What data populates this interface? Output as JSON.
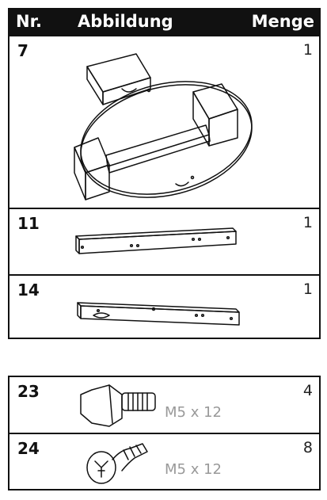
{
  "header": {
    "nr": "Nr.",
    "abbildung": "Abbildung",
    "menge": "Menge"
  },
  "parts": [
    {
      "nr": "7",
      "menge": "1",
      "icon": "table-base-icon"
    },
    {
      "nr": "11",
      "menge": "1",
      "icon": "long-rail-icon"
    },
    {
      "nr": "14",
      "menge": "1",
      "icon": "cross-rail-icon"
    }
  ],
  "hardware": [
    {
      "nr": "23",
      "menge": "4",
      "spec": "M5 x 12",
      "icon": "hex-bolt-icon"
    },
    {
      "nr": "24",
      "menge": "8",
      "spec": "M5 x 12",
      "icon": "phillips-screw-icon"
    }
  ]
}
